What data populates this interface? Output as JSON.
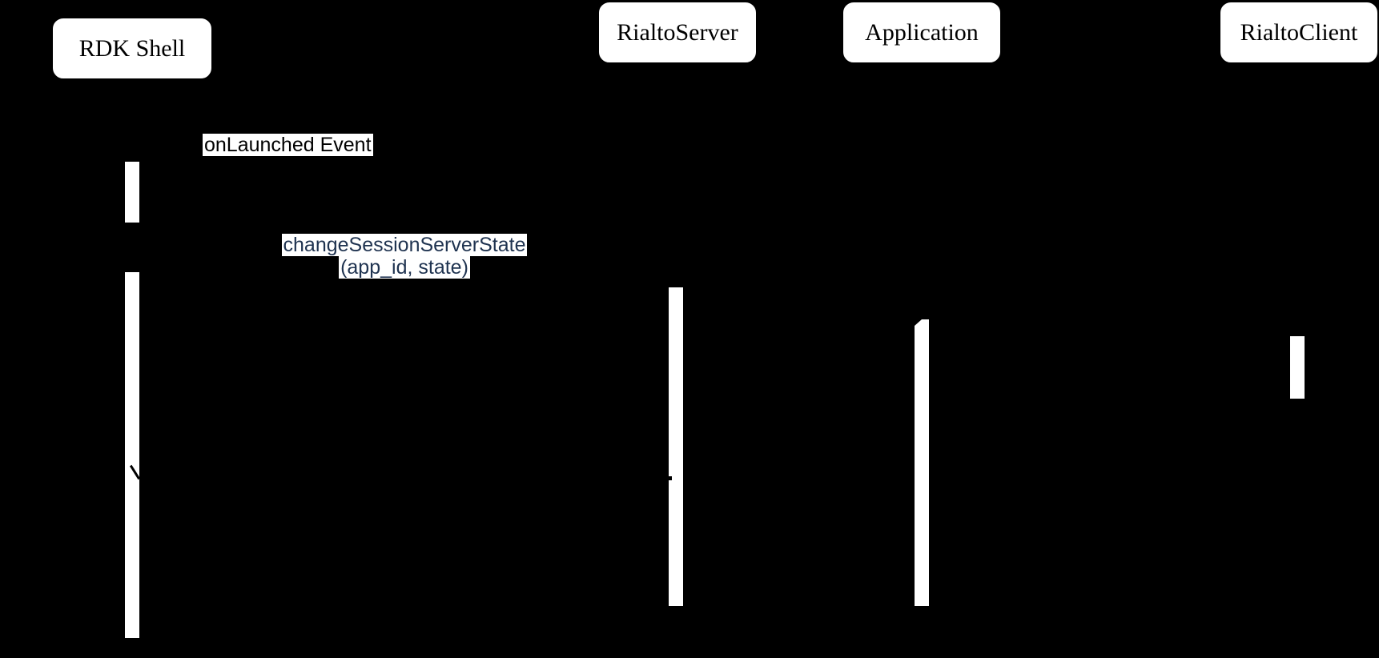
{
  "diagram": {
    "type": "sequence-diagram",
    "background_color": "#000000",
    "participants": [
      {
        "id": "rdk-shell",
        "label": "RDK Shell"
      },
      {
        "id": "rialto-server",
        "label": "RialtoServer"
      },
      {
        "id": "application",
        "label": "Application"
      },
      {
        "id": "rialto-client",
        "label": "RialtoClient"
      }
    ],
    "messages": [
      {
        "label": "onLaunched Event",
        "text_color": "#000000",
        "background": "#ffffff"
      },
      {
        "label": "changeSessionServerState",
        "label_line2": "(app_id, state)",
        "text_color": "#1f3350",
        "background": "#ffffff",
        "from": "RDK Shell",
        "to": "RialtoServer"
      }
    ],
    "colors": {
      "participant_fill": "#ffffff",
      "participant_text": "#000000",
      "activation_fill": "#ffffff",
      "link_text": "#1f3350",
      "plain_label_text": "#000000"
    }
  }
}
